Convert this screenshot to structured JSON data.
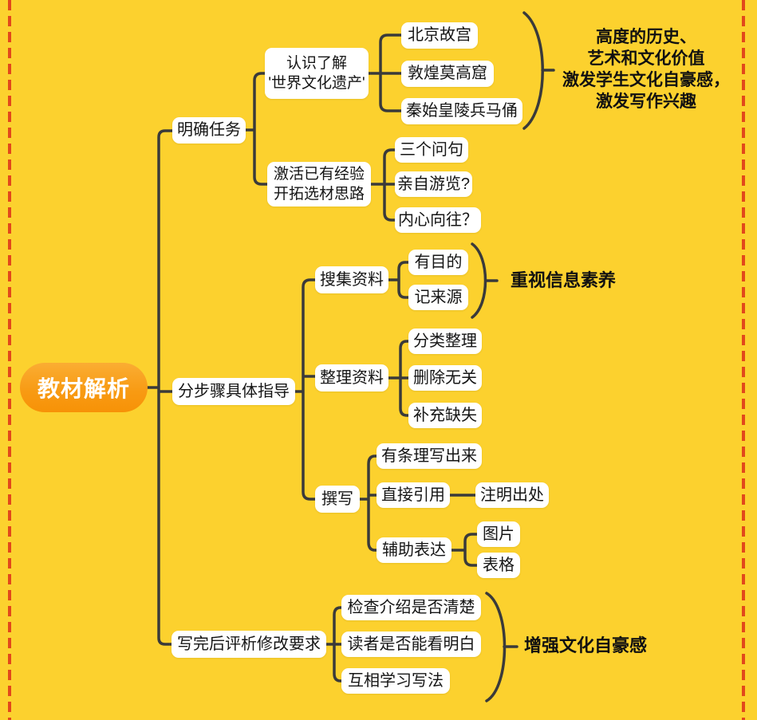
{
  "title": "教材解析思维导图",
  "colors": {
    "background": "#FCD12E",
    "border_dash": "#E2481B",
    "connector": "#3A3A3A",
    "node_background": "#FFFFFF",
    "node_text": "#151515",
    "root_background": "#F89B17",
    "root_text": "#FFFFFF"
  },
  "nodes": {
    "root": "教材解析",
    "clarify_task": "明确任务",
    "know_heritage": "认识了解\n'世界文化遗产'",
    "beijing_palace": "北京故宫",
    "mogao_caves": "敦煌莫高窟",
    "terracotta_army": "秦始皇陵兵马俑",
    "activate_experience": "激活已有经验\n开拓选材思路",
    "three_questions": "三个问句",
    "visited_personally": "亲自游览?",
    "inner_yearning": "内心向往？",
    "step_guidance": "分步骤具体指导",
    "collect_materials": "搜集资料",
    "purposeful": "有目的",
    "record_sources": "记来源",
    "organize_materials": "整理资料",
    "categorize": "分类整理",
    "delete_irrelevant": "删除无关",
    "fill_missing": "补充缺失",
    "write": "撰写",
    "write_orderly": "有条理写出来",
    "direct_quote": "直接引用",
    "cite_sources": "注明出处",
    "aid_expression": "辅助表达",
    "image": "图片",
    "table": "表格",
    "review_revise": "写完后评析修改要求",
    "check_clear": "检查介绍是否清楚",
    "reader_understand": "读者是否能看明白",
    "learn_methods": "互相学习写法"
  },
  "annotations": {
    "heritage_value": "高度的历史、\n艺术和文化价值\n激发学生文化自豪感，\n激发写作兴趣",
    "info_literacy": "重视信息素养",
    "cultural_pride": "增强文化自豪感"
  }
}
